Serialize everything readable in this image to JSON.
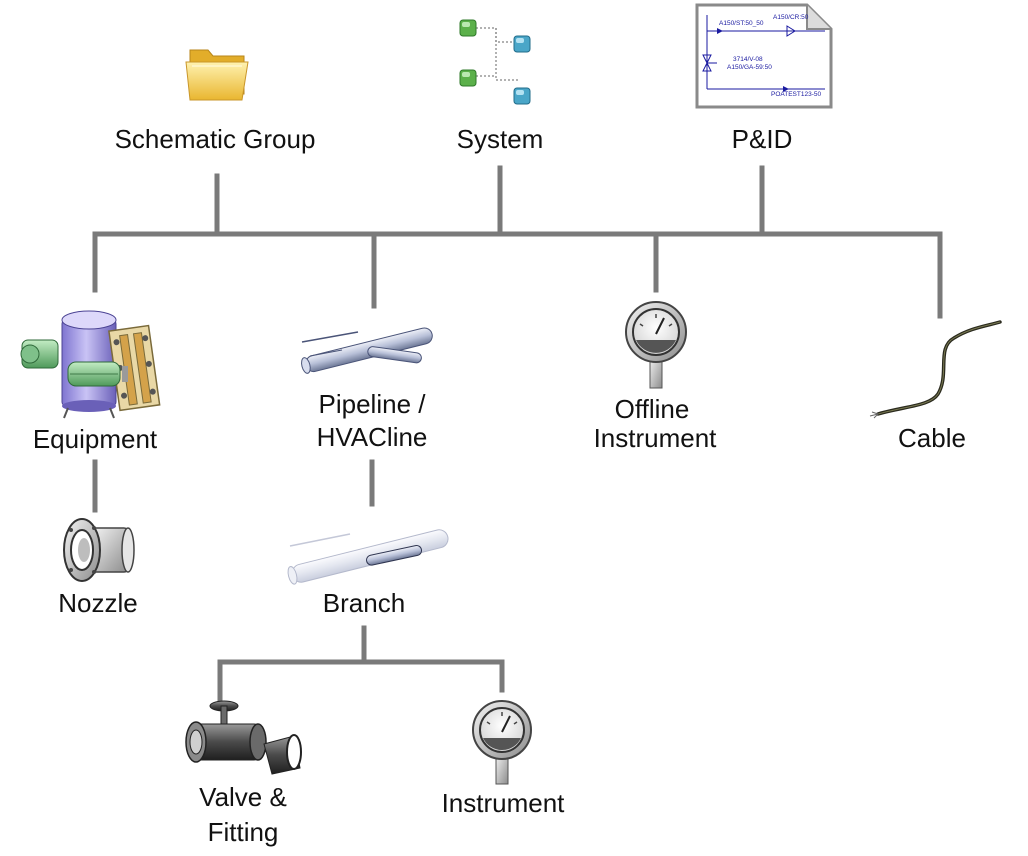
{
  "nodes": {
    "schematic_group": {
      "label": "Schematic Group",
      "icon": "folder-icon"
    },
    "system": {
      "label": "System",
      "icon": "system-tree-icon"
    },
    "pid": {
      "label": "P&ID",
      "icon": "pid-drawing-icon",
      "drawing_texts": [
        "A150/ST:50_50",
        "A150/CR:50",
        "3714/V-08",
        "A150/GA-59:50",
        "POATEST123-50"
      ]
    },
    "equipment": {
      "label": "Equipment",
      "icon": "equipment-icon"
    },
    "pipeline": {
      "label_line1": "Pipeline /",
      "label_line2": "HVACline",
      "icon": "pipeline-icon"
    },
    "offline_instrument": {
      "label_line1": "Offline",
      "label_line2": "Instrument",
      "icon": "pressure-gauge-icon"
    },
    "cable": {
      "label": "Cable",
      "icon": "cable-icon"
    },
    "nozzle": {
      "label": "Nozzle",
      "icon": "nozzle-icon"
    },
    "branch": {
      "label": "Branch",
      "icon": "branch-icon"
    },
    "valve_fitting": {
      "label_line1": "Valve &",
      "label_line2": "Fitting",
      "icon": "valve-fitting-icon"
    },
    "instrument": {
      "label": "Instrument",
      "icon": "pressure-gauge-icon"
    }
  },
  "colors": {
    "connector": "#7a7a7a",
    "label": "#111111",
    "folder": "#f2c64a",
    "pipe": "#9aa7c8",
    "tank": "#a9a0e6",
    "pump": "#7fc08a",
    "system_green": "#5bb04a",
    "system_blue": "#4aa6c8",
    "pid_blue": "#1a1aa0"
  }
}
